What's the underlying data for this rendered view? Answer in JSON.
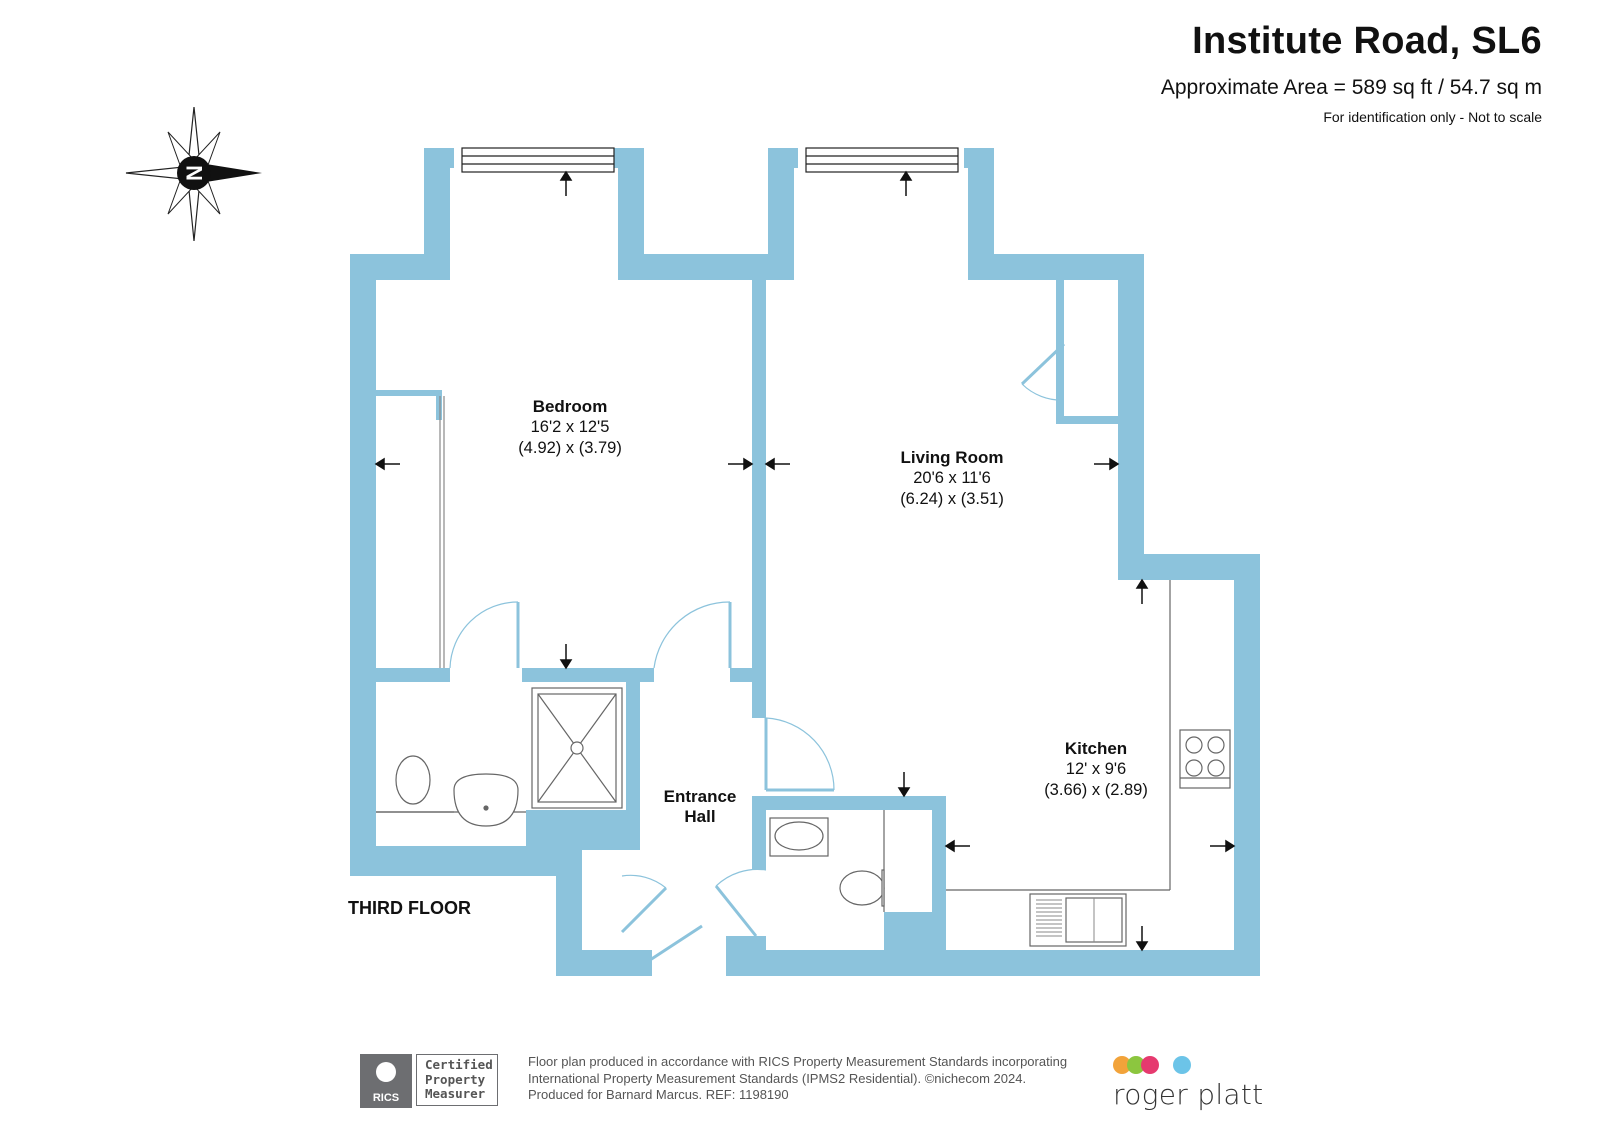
{
  "header": {
    "title": "Institute Road, SL6",
    "area": "Approximate Area = 589 sq ft / 54.7 sq m",
    "note": "For identification only - Not to scale"
  },
  "compass": {
    "letter": "N"
  },
  "rooms": {
    "bedroom": {
      "name": "Bedroom",
      "imperial": "16'2 x 12'5",
      "metric": "(4.92) x (3.79)"
    },
    "living": {
      "name": "Living Room",
      "imperial": "20'6 x 11'6",
      "metric": "(6.24) x (3.51)"
    },
    "kitchen": {
      "name": "Kitchen",
      "imperial": "12' x 9'6",
      "metric": "(3.66) x (2.89)"
    },
    "hall": {
      "name_line1": "Entrance",
      "name_line2": "Hall"
    }
  },
  "floor_label": "THIRD FLOOR",
  "footer": {
    "rics": "RICS",
    "certified": [
      "Certified",
      "Property",
      "Measurer"
    ],
    "disclaimer": [
      "Floor plan produced in accordance with RICS Property Measurement Standards incorporating",
      "International Property Measurement Standards (IPMS2 Residential).  ©nichecom 2024.",
      "Produced for Barnard Marcus.   REF:  1198190"
    ],
    "brand": "roger platt",
    "brand_dots": [
      "#f2a33a",
      "#8cc63f",
      "#e63a6f",
      "#6cc4e8"
    ]
  },
  "colors": {
    "wall": "#8cc3dc",
    "fixture": "#666666",
    "text": "#111111"
  }
}
